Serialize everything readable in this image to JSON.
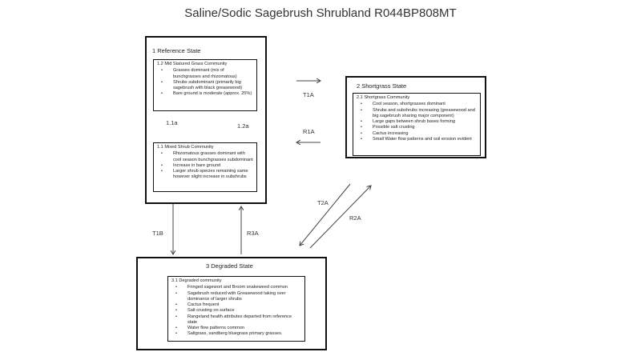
{
  "title": "Saline/Sodic Sagebrush Shrubland R044BP808MT",
  "states": {
    "reference": {
      "label": "1 Reference State",
      "communities": [
        {
          "title": "1.2 Mid Statured Grass Community",
          "items": [
            "Grasses dominant (mix of bunchgrasses and rhizomatous)",
            "Shrubs subdominant (primarily big sagebrush with black greasewood)",
            "Bare ground is moderate (approx. 25%)"
          ]
        },
        {
          "title": "1.1 Mixed Shrub Community",
          "items": [
            "Rhizomatous grasses dominant with cool season bunchgrasses subdominant",
            "Increase in bare ground",
            "Larger shrub species remaining same however slight increase in subshrubs"
          ]
        }
      ]
    },
    "shortgrass": {
      "label": "2 Shortgrass State",
      "community": {
        "title": "2.1 Shortgrass Community",
        "items": [
          "Cool season, shortgrasses dominant",
          "Shrubs and subshrubs increasing (greasewood and big sagebrush sharing major component)",
          "Large gaps between shrub bases forming",
          "Possible salt crusting",
          "Cactus increasing",
          "Small Water flow patterns and soil erosion evident"
        ]
      }
    },
    "degraded": {
      "label": "3 Degraded State",
      "community": {
        "title": "3.1 Degraded community",
        "items": [
          "Fringed sagewort and Broom snakeweed common",
          "Sagebrush reduced with Greasewood taking over dominance of larger shrubs",
          "Cactus frequent",
          "Salt crusting on surface",
          "Rangeland health attributes departed from reference state",
          "Water flow patterns common",
          "Saltgrass, sandberg bluegrass primary grasses."
        ]
      }
    }
  },
  "transitions": {
    "t1_1a": "1.1a",
    "t1_2a": "1.2a",
    "t_T1A": "T1A",
    "t_R1A": "R1A",
    "t_T2A": "T2A",
    "t_R2A": "R2A",
    "t_T1B": "T1B",
    "t_R3A": "R3A"
  }
}
